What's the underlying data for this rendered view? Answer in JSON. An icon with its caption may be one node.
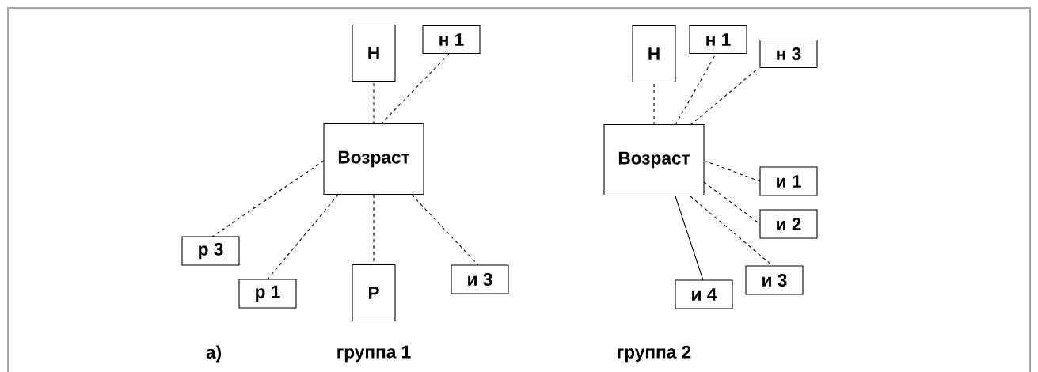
{
  "diagram": {
    "nodes": [
      {
        "text": [
          "Н"
        ]
      },
      {
        "text": [
          "н 1"
        ]
      },
      {
        "text": [
          "Возраст"
        ]
      },
      {
        "text": [
          "р 3"
        ]
      },
      {
        "text": [
          "р 1"
        ]
      },
      {
        "text": [
          "Р"
        ]
      },
      {
        "text": [
          "и 3"
        ]
      },
      {
        "text": [
          "Н"
        ]
      },
      {
        "text": [
          "н 1"
        ]
      },
      {
        "text": [
          "н 3"
        ]
      },
      {
        "text": [
          "Возраст"
        ]
      },
      {
        "text": [
          "и 1"
        ]
      },
      {
        "text": [
          "и 2"
        ]
      },
      {
        "text": [
          "и 3"
        ]
      },
      {
        "text": [
          "и 4"
        ]
      }
    ],
    "edges": [
      {
        "from": 2,
        "to": 0,
        "arrow": "none",
        "style": "dashed"
      },
      {
        "from": 2,
        "to": 1,
        "arrow": "none",
        "style": "dashed"
      },
      {
        "from": 2,
        "to": 3,
        "arrow": "none",
        "style": "dashed"
      },
      {
        "from": 2,
        "to": 4,
        "arrow": "none",
        "style": "dashed"
      },
      {
        "from": 2,
        "to": 5,
        "arrow": "none",
        "style": "dashed"
      },
      {
        "from": 2,
        "to": 6,
        "arrow": "none",
        "style": "dashed"
      },
      {
        "from": 10,
        "to": 7,
        "arrow": "none",
        "style": "dashed"
      },
      {
        "from": 10,
        "to": 8,
        "arrow": "none",
        "style": "dashed"
      },
      {
        "from": 10,
        "to": 9,
        "arrow": "none",
        "style": "dashed"
      },
      {
        "from": 10,
        "to": 11,
        "arrow": "none",
        "style": "dashed"
      },
      {
        "from": 10,
        "to": 12,
        "arrow": "none",
        "style": "dashed"
      },
      {
        "from": 10,
        "to": 13,
        "arrow": "none",
        "style": "dashed"
      },
      {
        "from": 10,
        "to": 14,
        "arrow": "none"
      }
    ],
    "labels": [
      "а)",
      "группа 1",
      "группа 2"
    ]
  }
}
